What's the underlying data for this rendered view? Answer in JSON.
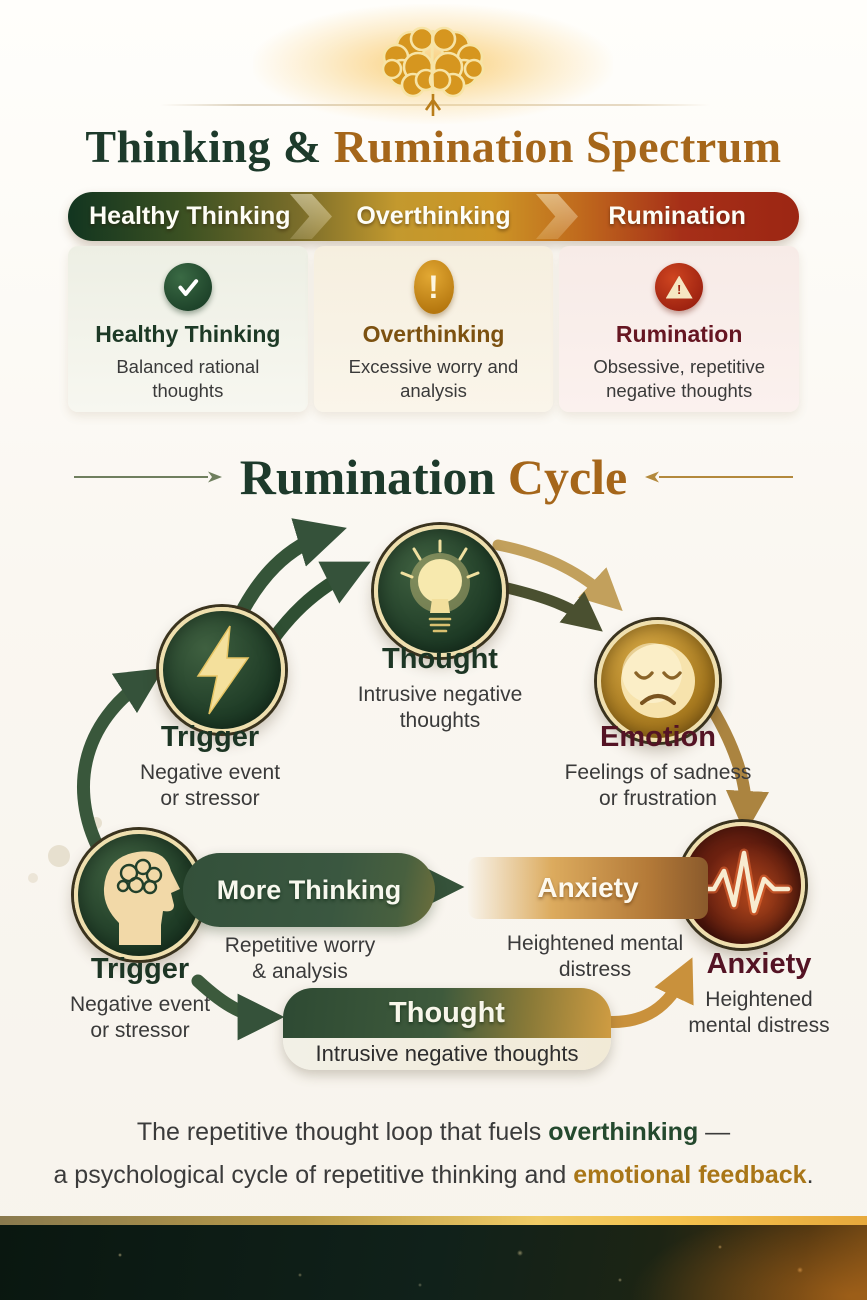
{
  "header": {
    "title_green": "Thinking & ",
    "title_gold": "Rumination Spectrum"
  },
  "spectrum": {
    "segments": [
      {
        "label": "Healthy Thinking"
      },
      {
        "label": "Overthinking"
      },
      {
        "label": "Rumination"
      }
    ],
    "cards": [
      {
        "icon": "checkmark-icon",
        "title": "Healthy Thinking",
        "description": "Balanced rational\nthoughts"
      },
      {
        "icon": "exclamation-icon",
        "title": "Overthinking",
        "exclamation": "!",
        "description": "Excessive worry and\nanalysis"
      },
      {
        "icon": "warning-triangle-icon",
        "title": "Rumination",
        "warning_mark": "!",
        "description": "Obsessive, repetitive\nnegative thoughts"
      }
    ]
  },
  "cycle": {
    "title_green": "Rumination ",
    "title_gold": "Cycle",
    "nodes": {
      "trigger_top": {
        "title": "Trigger",
        "description": "Negative event\nor stressor"
      },
      "thought_top": {
        "title": "Thought",
        "description": "Intrusive negative\nthoughts"
      },
      "emotion": {
        "title": "Emotion",
        "description": "Feelings of sadness\nor frustration"
      },
      "trigger_left": {
        "title": "Trigger",
        "description": "Negative event\nor stressor"
      },
      "anxiety_right": {
        "title": "Anxiety",
        "description": "Heightened\nmental distress"
      }
    },
    "pills": {
      "more_thinking": {
        "label": "More Thinking",
        "description": "Repetitive worry\n& analysis"
      },
      "anxiety": {
        "label": "Anxiety",
        "description": "Heightened mental\ndistress"
      },
      "thought": {
        "label": "Thought",
        "description": "Intrusive negative thoughts"
      }
    }
  },
  "caption": {
    "line1_pre": "The repetitive thought loop that fuels ",
    "line1_bold": "overthinking",
    "line1_post": " —",
    "line2_pre": "a psychological cycle of repetitive thinking and ",
    "line2_bold": "emotional feedback",
    "line2_post": "."
  },
  "colors": {
    "dark_green": "#1d3a2b",
    "gold": "#a5661a",
    "dark_red": "#541324",
    "spectrum_green": "#123520",
    "spectrum_amber": "#c3992e",
    "spectrum_red": "#9c2613"
  }
}
